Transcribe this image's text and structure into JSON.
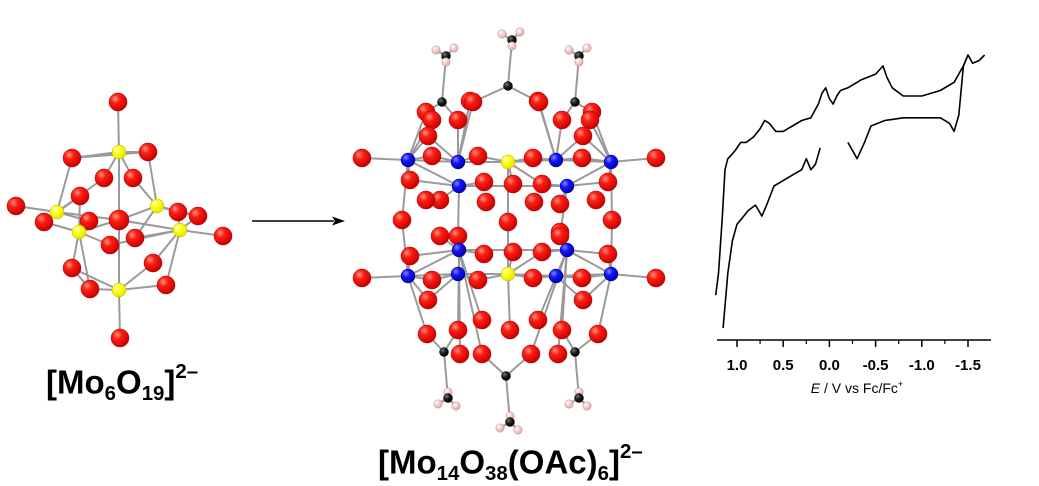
{
  "left_compound": {
    "parts": [
      "[Mo",
      "6",
      "O",
      "19",
      "]",
      "2–"
    ]
  },
  "right_compound": {
    "parts": [
      "[Mo",
      "14",
      "O",
      "38",
      "(OAc)",
      "6",
      "]",
      "2–"
    ]
  },
  "atom_colors": {
    "oxygen": "#e00000",
    "molybdenum_yellow": "#ffff00",
    "molybdenum_blue": "#0000e0",
    "carbon": "#101010",
    "hydrogen": "#f2c8c8",
    "bond": "#9a9a9a"
  },
  "arrow": "right-arrow",
  "chart_data": {
    "type": "line",
    "title": "",
    "xlabel_parts": [
      "E",
      " / V vs Fc/Fc",
      "+"
    ],
    "x_ticks": [
      "1.0",
      "0.5",
      "0.0",
      "-0.5",
      "-1.0",
      "-1.5"
    ],
    "x_tick_values": [
      1.0,
      0.5,
      0.0,
      -0.5,
      -1.0,
      -1.5
    ],
    "xlim": [
      1.3,
      -1.7
    ],
    "ylim": [
      0,
      100
    ],
    "y_axis_visible": false,
    "grid": false,
    "series": [
      {
        "x": [
          1.23,
          1.2,
          1.16,
          1.13,
          1.1,
          1.07,
          1.02,
          0.96,
          0.9,
          0.82,
          0.75,
          0.7,
          0.65,
          0.58,
          0.5,
          0.4,
          0.3,
          0.2,
          0.12,
          0.08,
          0.04,
          0.0,
          -0.04,
          -0.08,
          -0.12,
          -0.2,
          -0.35,
          -0.5,
          -0.58,
          -0.62,
          -0.68,
          -0.8,
          -1.0,
          -1.2,
          -1.35,
          -1.45,
          -1.5,
          -1.55,
          -1.62,
          -1.68
        ],
        "y": [
          12,
          20,
          40,
          58,
          62,
          63,
          65,
          68,
          68,
          70,
          73,
          76,
          75,
          72,
          72,
          74,
          76,
          77,
          82,
          86,
          88,
          84,
          82,
          85,
          87,
          88,
          91,
          93,
          96,
          92,
          88,
          85,
          85,
          87,
          90,
          96,
          100,
          97,
          98,
          100
        ]
      },
      {
        "x": [
          1.15,
          1.1,
          1.05,
          1.0,
          0.95,
          0.88,
          0.8,
          0.73,
          0.68,
          0.6,
          0.5,
          0.4,
          0.3,
          0.25,
          0.2,
          0.15,
          0.1
        ],
        "y": [
          0,
          20,
          32,
          38,
          40,
          43,
          45,
          41,
          45,
          52,
          54,
          56,
          58,
          62,
          58,
          60,
          66
        ]
      },
      {
        "x": [
          -0.2,
          -0.3,
          -0.38,
          -0.45,
          -0.6,
          -0.8,
          -1.0,
          -1.2,
          -1.3,
          -1.35,
          -1.4,
          -1.42,
          -1.45,
          -1.5
        ],
        "y": [
          68,
          62,
          68,
          74,
          76,
          77,
          77,
          77,
          75,
          72,
          78,
          85,
          96,
          100
        ]
      }
    ]
  }
}
